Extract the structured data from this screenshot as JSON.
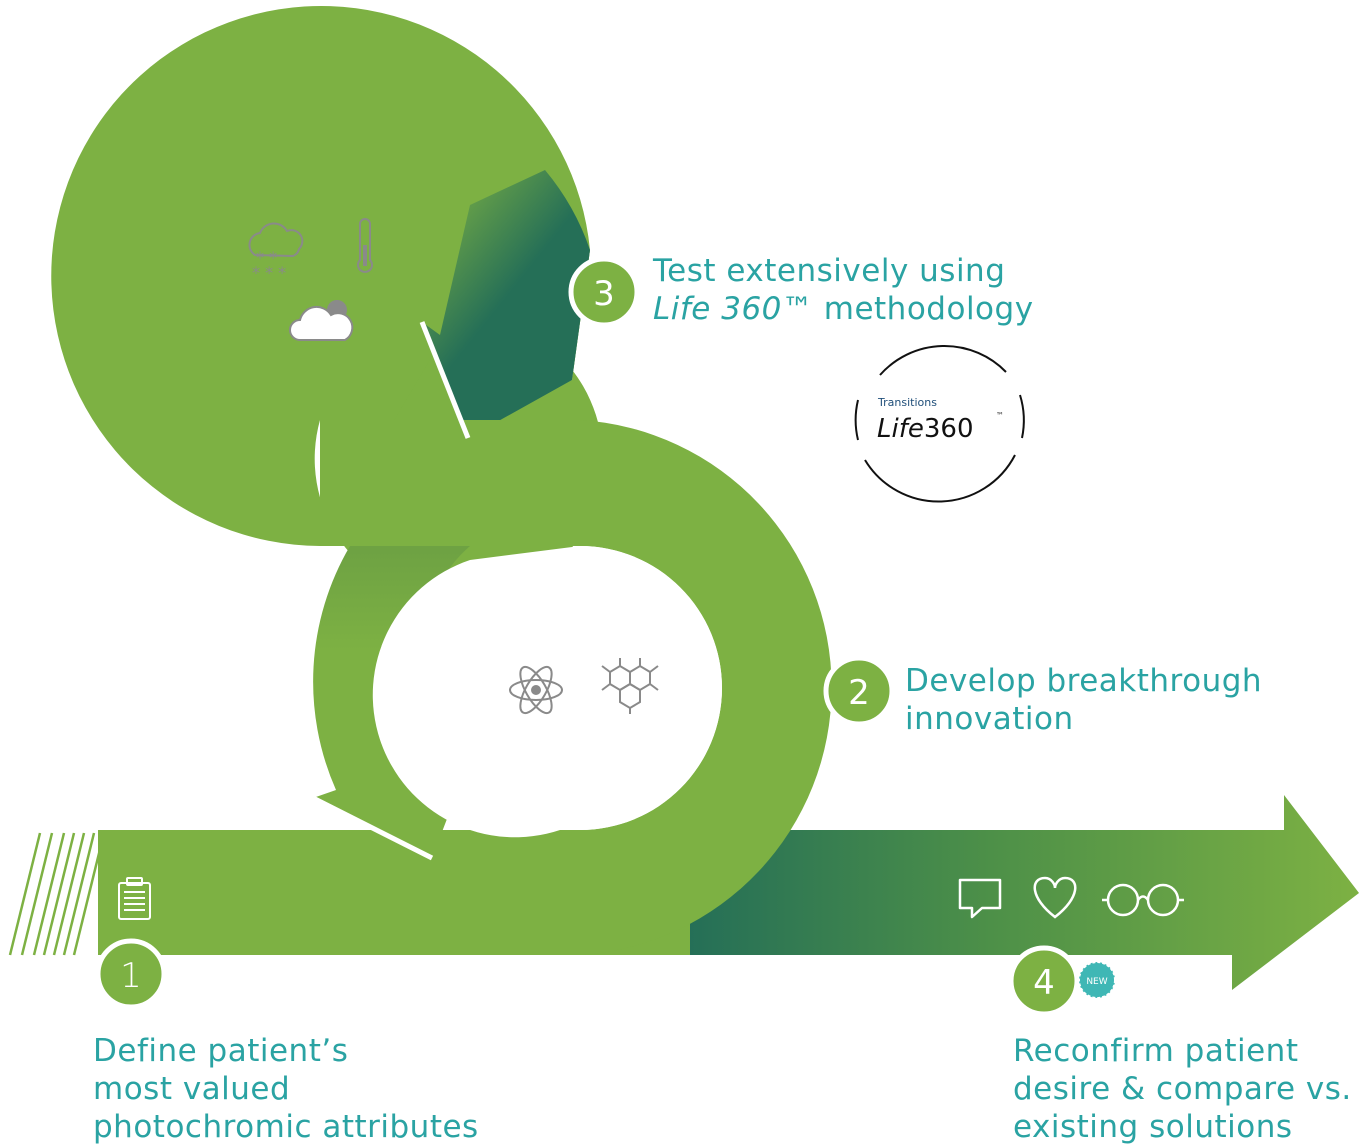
{
  "steps": [
    {
      "number": "1",
      "lines": [
        "Define patient’s",
        "most valued",
        "photochromic attributes"
      ]
    },
    {
      "number": "2",
      "lines": [
        "Develop breakthrough",
        "innovation"
      ]
    },
    {
      "number": "3",
      "line1": "Test extensively using",
      "line2_italic": "Life 360™",
      "line2_rest": " methodology"
    },
    {
      "number": "4",
      "badge": "NEW",
      "lines": [
        "Reconfirm patient",
        "desire & compare vs.",
        "existing solutions"
      ]
    }
  ],
  "logo": {
    "brand": "Transitions",
    "name_italic": "Life",
    "name_rest": "360",
    "mark": "™"
  },
  "icons": {
    "top_loop": [
      "snow-cloud-icon",
      "thermometer-icon",
      "sun-cloud-icon"
    ],
    "middle_loop": [
      "atom-icon",
      "molecule-icon"
    ],
    "step1": [
      "clipboard-icon"
    ],
    "step4": [
      "speech-bubble-icon",
      "heart-icon",
      "glasses-icon"
    ]
  },
  "colors": {
    "green": "#7db143",
    "dark_green": "#256f57",
    "teal_text": "#2aa3a3",
    "icon_gray": "#8a8a8a",
    "badge": "#3fb7b5"
  }
}
